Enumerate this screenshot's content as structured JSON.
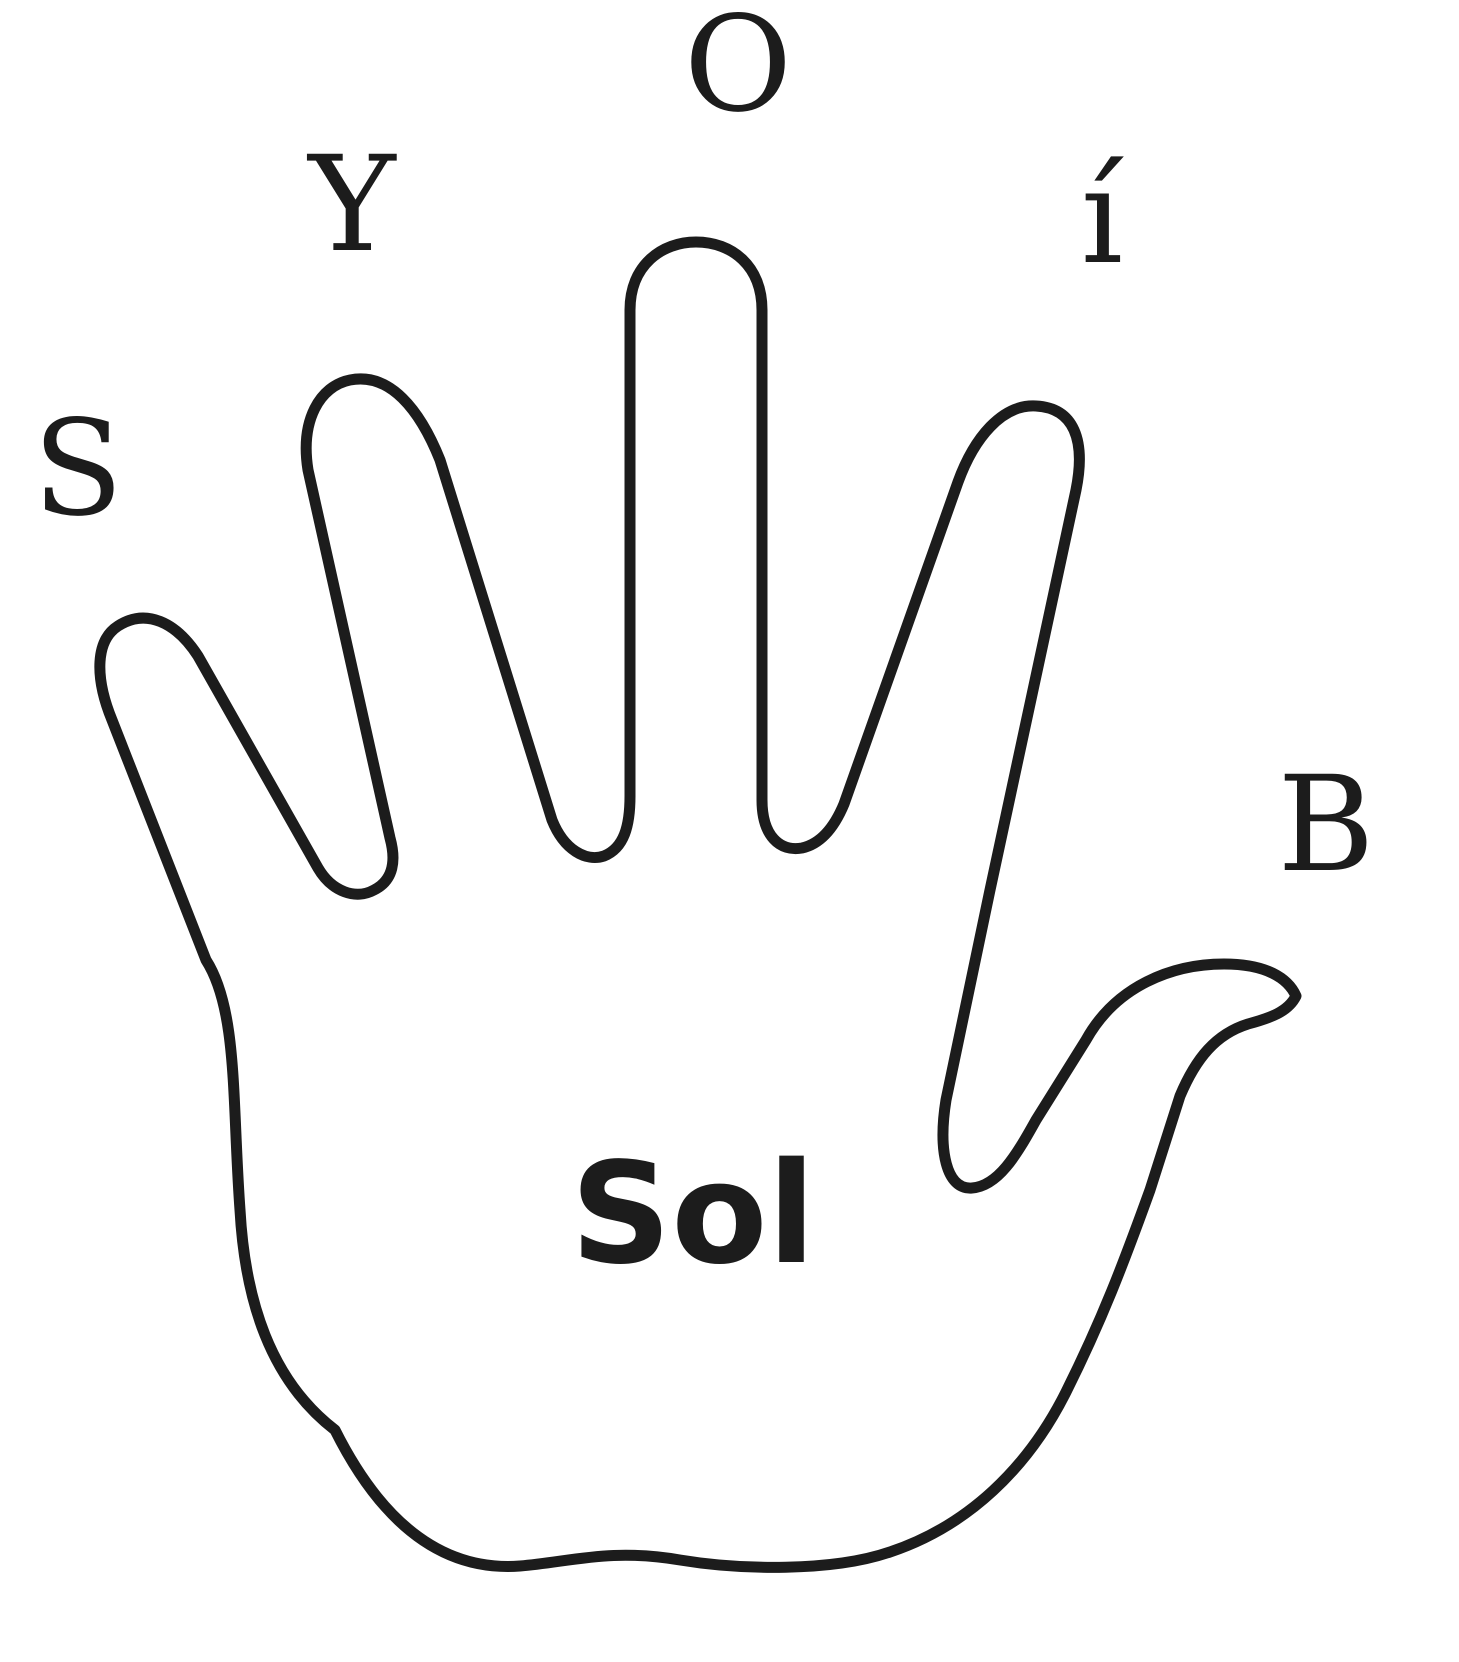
{
  "diagram": {
    "palm_label": "Sol",
    "fingers": [
      {
        "id": "pinky",
        "letter": "S"
      },
      {
        "id": "ring",
        "letter": "Y"
      },
      {
        "id": "middle",
        "letter": "O"
      },
      {
        "id": "index",
        "letter": "í"
      },
      {
        "id": "thumb",
        "letter": "B"
      }
    ]
  },
  "colors": {
    "ink": "#1c1c1c",
    "background": "#ffffff"
  }
}
